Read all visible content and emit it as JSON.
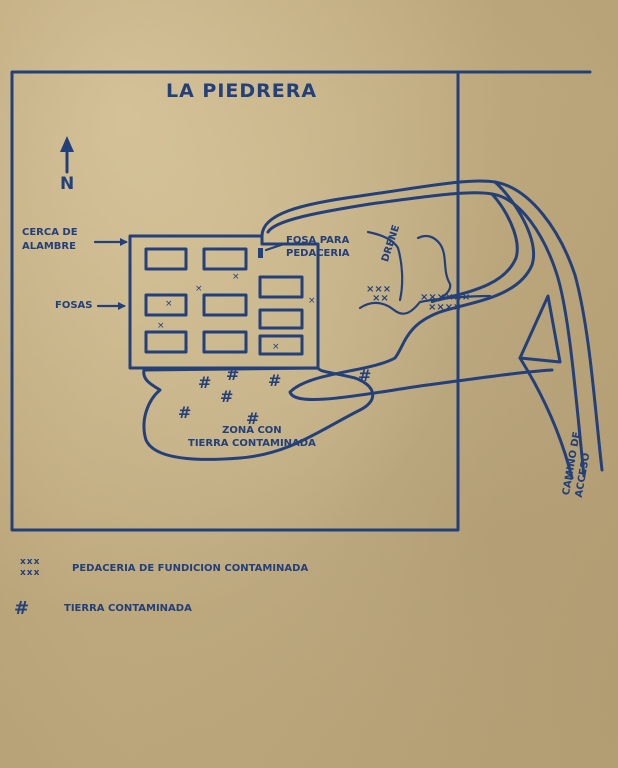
{
  "map": {
    "title": "LA PIEDRERA",
    "north_label": "N",
    "labels": {
      "fence": "CERCA DE\nALAMBRE",
      "pits": "FOSAS",
      "scrap_pit": "FOSA PARA\nPEDACERIA",
      "drain": "DRENE",
      "contaminated_zone": "ZONA CON\nTIERRA CONTAMINADA",
      "access_road": "CAMINO DE\nACCESO"
    }
  },
  "legend": [
    {
      "symbol": "xxx\nxxx",
      "label": "PEDACERIA DE FUNDICION CONTAMINADA"
    },
    {
      "symbol": "#",
      "label": "TIERRA CONTAMINADA"
    }
  ],
  "colors": {
    "ink": "#23407a",
    "paper": "#c2ad82"
  }
}
